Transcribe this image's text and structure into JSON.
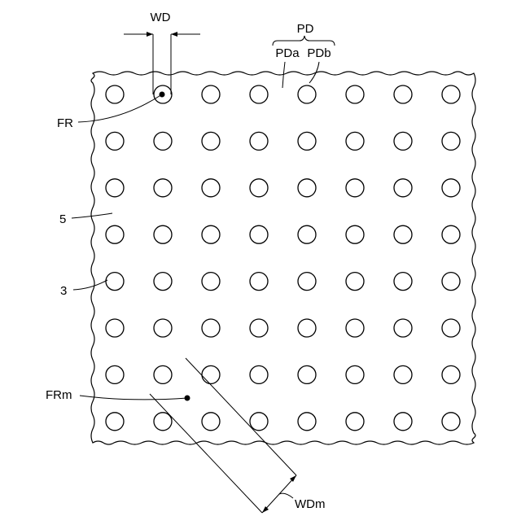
{
  "labels": {
    "wd": "WD",
    "pd": "PD",
    "pda": "PDa",
    "pdb": "PDb",
    "fr": "FR",
    "ref5": "5",
    "ref3": "3",
    "frm": "FRm",
    "wdm": "WDm"
  },
  "grid": {
    "rows": 8,
    "cols": 8
  },
  "colors": {
    "stroke": "#000000",
    "background": "#ffffff"
  }
}
